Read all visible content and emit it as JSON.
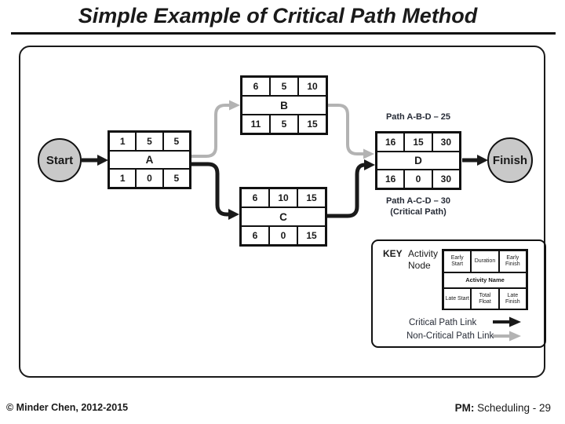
{
  "title": "Simple Example of Critical Path Method",
  "footer": {
    "left": "© Minder Chen, 2012-2015",
    "right_prefix": "PM:",
    "right_text": " Scheduling - 29"
  },
  "diagram": {
    "start_label": "Start",
    "finish_label": "Finish",
    "nodes": [
      {
        "name": "A",
        "early_start": "1",
        "duration": "5",
        "early_finish": "5",
        "late_start": "1",
        "total_float": "0",
        "late_finish": "5"
      },
      {
        "name": "B",
        "early_start": "6",
        "duration": "5",
        "early_finish": "10",
        "late_start": "11",
        "total_float": "5",
        "late_finish": "15"
      },
      {
        "name": "C",
        "early_start": "6",
        "duration": "10",
        "early_finish": "15",
        "late_start": "6",
        "total_float": "0",
        "late_finish": "15"
      },
      {
        "name": "D",
        "early_start": "16",
        "duration": "15",
        "early_finish": "30",
        "late_start": "16",
        "total_float": "0",
        "late_finish": "30"
      }
    ],
    "path_labels": {
      "abd": "Path A-B-D – 25",
      "acd": "Path A-C-D – 30",
      "critical_note": "(Critical Path)"
    },
    "key": {
      "title": "KEY",
      "activity_node_label": "Activity Node",
      "node_template": {
        "early_start": "Early Start",
        "duration": "Duration",
        "early_finish": "Early Finish",
        "activity_name": "Activity Name",
        "late_start": "Late Start",
        "total_float": "Total Float",
        "late_finish": "Late Finish"
      },
      "critical_link_label": "Critical Path Link",
      "noncritical_link_label": "Non-Critical Path Link"
    },
    "colors": {
      "critical_link": "#1a1a1a",
      "noncritical_link": "#b3b3b3",
      "terminal_fill": "#c9c9c9",
      "border": "#111111"
    }
  }
}
